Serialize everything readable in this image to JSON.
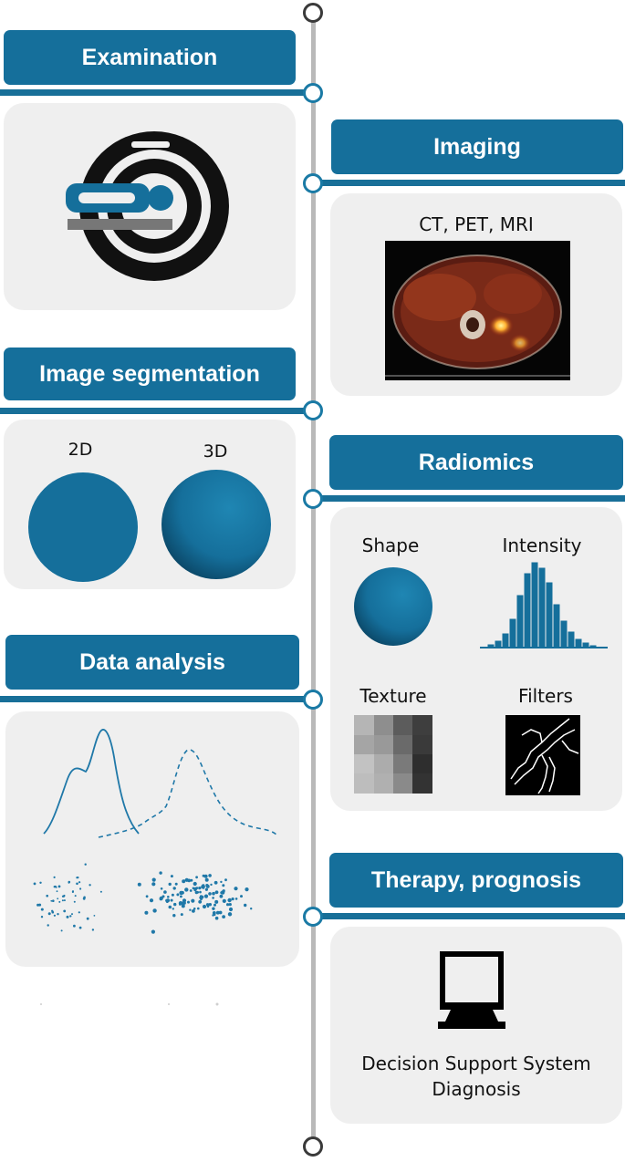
{
  "colors": {
    "accent": "#156f9b",
    "panel": "#efefef",
    "timeline": "#b9b9b9",
    "dark": "#111111"
  },
  "steps": {
    "examination": {
      "title": "Examination",
      "icon": "mri-scanner-icon"
    },
    "imaging": {
      "title": "Imaging",
      "caption": "CT, PET, MRI",
      "image": "pet-ct-scan-image"
    },
    "segmentation": {
      "title": "Image segmentation",
      "label_2d": "2D",
      "label_3d": "3D"
    },
    "radiomics": {
      "title": "Radiomics",
      "shape": "Shape",
      "intensity": "Intensity",
      "texture": "Texture",
      "filters": "Filters"
    },
    "analysis": {
      "title": "Data analysis"
    },
    "therapy": {
      "title": "Therapy, prognosis",
      "line1": "Decision Support System",
      "line2": "Diagnosis",
      "icon": "computer-monitor-icon"
    }
  }
}
